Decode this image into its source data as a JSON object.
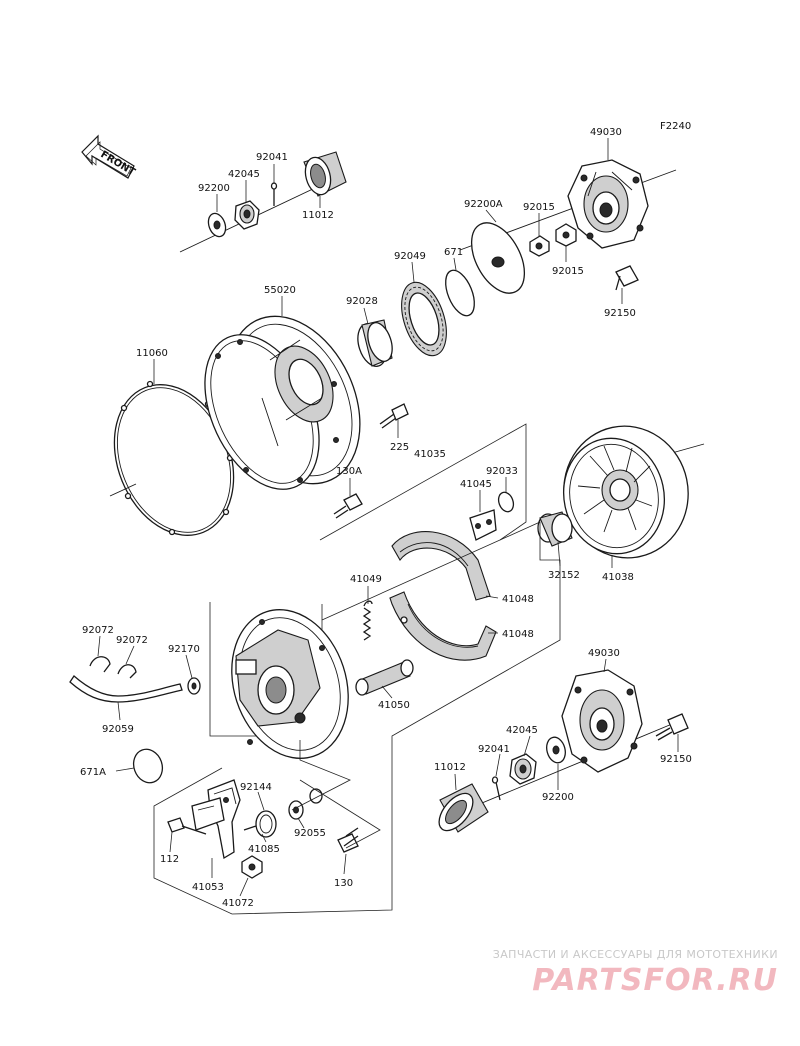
{
  "diagram_code": "F2240",
  "front_label": "FRONT",
  "labels": {
    "p92041_top": "92041",
    "p42045_top": "42045",
    "p92200_top": "92200",
    "p11012_top": "11012",
    "p49030_top": "49030",
    "p92200A": "92200A",
    "p92015_a": "92015",
    "p92015_b": "92015",
    "p92150_top": "92150",
    "p671": "671",
    "p92049": "92049",
    "p92028": "92028",
    "p55020": "55020",
    "p11060": "11060",
    "p225": "225",
    "p130A": "130A",
    "p41035": "41035",
    "p92033": "92033",
    "p41045": "41045",
    "p32152": "32152",
    "p41038": "41038",
    "p41049": "41049",
    "p41048_a": "41048",
    "p41048_b": "41048",
    "p41050": "41050",
    "p92072_a": "92072",
    "p92072_b": "92072",
    "p92170": "92170",
    "p92059": "92059",
    "p671A": "671A",
    "p92144": "92144",
    "p92055": "92055",
    "p41085": "41085",
    "p112": "112",
    "p41053": "41053",
    "p41072": "41072",
    "p130": "130",
    "p49030_bot": "49030",
    "p42045_bot": "42045",
    "p92041_bot": "92041",
    "p11012_bot": "11012",
    "p92200_bot": "92200",
    "p92150_bot": "92150"
  },
  "watermark": {
    "tagline": "ЗАПЧАСТИ И АКСЕССУАРЫ ДЛЯ МОТОТЕХНИКИ",
    "brand": "PARTSFOR.RU"
  }
}
